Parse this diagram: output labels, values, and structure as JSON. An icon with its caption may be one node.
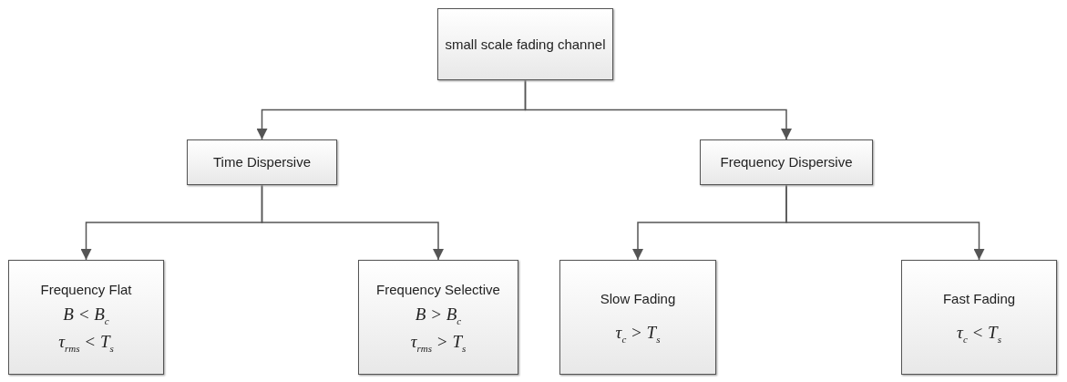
{
  "diagram": {
    "nodes": [
      {
        "text": [
          "small scale fading channel"
        ]
      },
      {
        "text": [
          "Time Dispersive"
        ]
      },
      {
        "text": [
          "Frequency Dispersive"
        ]
      },
      {
        "text": [
          "Frequency Flat",
          "B < B$_{c}$",
          "τ$_{rms}$ < T$_{s}$"
        ]
      },
      {
        "text": [
          "Frequency Selective",
          "B > B$_{c}$",
          "τ$_{rms}$ > T$_{s}$"
        ]
      },
      {
        "text": [
          "Slow Fading",
          "τ$_{c}$ > T$_{s}$"
        ]
      },
      {
        "text": [
          "Fast Fading",
          "τ$_{c}$ < T$_{s}$"
        ]
      }
    ],
    "edges": [
      {
        "from": 0,
        "to": 1,
        "arrow": "to"
      },
      {
        "from": 0,
        "to": 2,
        "arrow": "to"
      },
      {
        "from": 1,
        "to": 3,
        "arrow": "to"
      },
      {
        "from": 1,
        "to": 4,
        "arrow": "to"
      },
      {
        "from": 2,
        "to": 5,
        "arrow": "to"
      },
      {
        "from": 2,
        "to": 6,
        "arrow": "to"
      }
    ]
  }
}
